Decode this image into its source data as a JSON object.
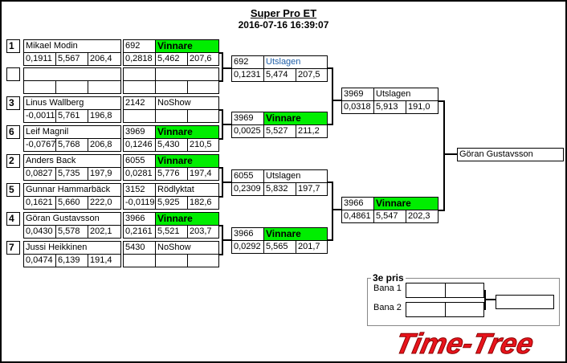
{
  "header": {
    "title": "Super Pro ET",
    "timestamp": "2016-07-16 16:39:07"
  },
  "round1": [
    {
      "seed": "1",
      "name": "Mikael Modin",
      "rt": "0,1911",
      "et": "5,567",
      "speed": "206,4",
      "id": "692",
      "status": "Vinnare",
      "rt2": "0,2818",
      "et2": "5,462",
      "speed2": "207,6",
      "winner": true
    },
    {
      "seed": "",
      "name": "",
      "rt": "",
      "et": "",
      "speed": "",
      "id": "",
      "status": "",
      "rt2": "",
      "et2": "",
      "speed2": "",
      "winner": false
    },
    {
      "seed": "3",
      "name": "Linus Wallberg",
      "rt": "-0,0011",
      "et": "5,761",
      "speed": "196,8",
      "id": "2142",
      "status": "NoShow",
      "rt2": "",
      "et2": "",
      "speed2": "",
      "winner": false
    },
    {
      "seed": "6",
      "name": "Leif Magnil",
      "rt": "-0,0767",
      "et": "5,768",
      "speed": "206,8",
      "id": "3969",
      "status": "Vinnare",
      "rt2": "0,1246",
      "et2": "5,430",
      "speed2": "210,5",
      "winner": true
    },
    {
      "seed": "2",
      "name": "Anders Back",
      "rt": "0,0827",
      "et": "5,735",
      "speed": "197,9",
      "id": "6055",
      "status": "Vinnare",
      "rt2": "0,0281",
      "et2": "5,776",
      "speed2": "197,4",
      "winner": true
    },
    {
      "seed": "5",
      "name": "Gunnar Hammarbäck",
      "rt": "0,1621",
      "et": "5,660",
      "speed": "222,0",
      "id": "3152",
      "status": "Rödlyktat",
      "rt2": "-0,0119",
      "et2": "5,925",
      "speed2": "182,6",
      "winner": false
    },
    {
      "seed": "4",
      "name": "Göran Gustavsson",
      "rt": "0,0430",
      "et": "5,578",
      "speed": "202,1",
      "id": "3966",
      "status": "Vinnare",
      "rt2": "0,2161",
      "et2": "5,521",
      "speed2": "203,7",
      "winner": true
    },
    {
      "seed": "7",
      "name": "Jussi Heikkinen",
      "rt": "0,0474",
      "et": "6,139",
      "speed": "191,4",
      "id": "5430",
      "status": "NoShow",
      "rt2": "",
      "et2": "",
      "speed2": "",
      "winner": false
    }
  ],
  "round2": [
    {
      "id": "692",
      "status": "Utslagen",
      "rt": "0,1231",
      "et": "5,474",
      "speed": "207,5",
      "winner": false
    },
    {
      "id": "3969",
      "status": "Vinnare",
      "rt": "0,0025",
      "et": "5,527",
      "speed": "211,2",
      "winner": true
    },
    {
      "id": "6055",
      "status": "Utslagen",
      "rt": "0,2309",
      "et": "5,832",
      "speed": "197,7",
      "winner": false
    },
    {
      "id": "3966",
      "status": "Vinnare",
      "rt": "0,0292",
      "et": "5,565",
      "speed": "201,7",
      "winner": true
    }
  ],
  "semifinal": [
    {
      "id": "3969",
      "status": "Utslagen",
      "rt": "0,0318",
      "et": "5,913",
      "speed": "191,0",
      "winner": false
    },
    {
      "id": "3966",
      "status": "Vinnare",
      "rt": "0,4861",
      "et": "5,547",
      "speed": "202,3",
      "winner": true
    }
  ],
  "final": {
    "winner_name": "Göran Gustavsson"
  },
  "third_place": {
    "label": "3e pris",
    "lane1": "Bana 1",
    "lane2": "Bana 2"
  },
  "logo": {
    "text": "Time-Tree"
  },
  "colors": {
    "winner_bg": "#00ee00",
    "out_blue": "#1f5fa8",
    "logo_red": "#e8141c"
  }
}
